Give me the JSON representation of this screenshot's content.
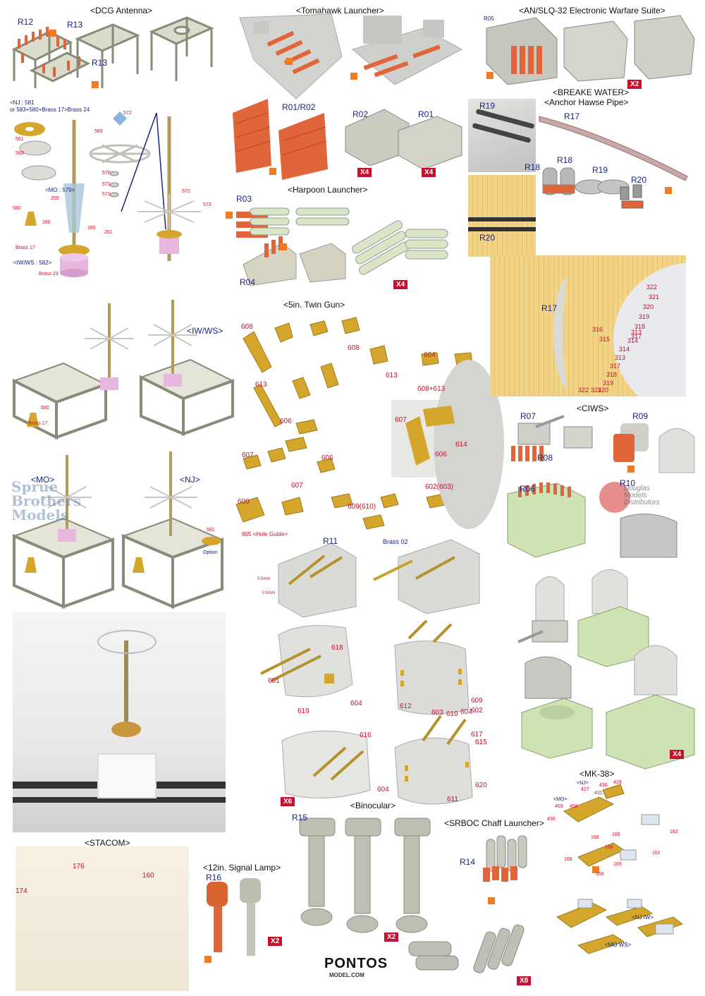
{
  "sections": {
    "dcg_antenna": "<DCG Antenna>",
    "tomahawk": "<Tomahawk Launcher>",
    "slq32": "<AN/SLQ-32 Electronic Warfare Suite>",
    "breakwater": "<BREAKE WATER>",
    "anchor": "<Anchor Hawse Pipe>",
    "harpoon": "<Harpoon Launcher>",
    "twin_gun": "<5in. Twin Gun>",
    "ciws": "<CIWS>",
    "mk38": "<MK-38>",
    "binocular": "<Binocular>",
    "srboc": "<SRBOC Chaff Launcher>",
    "stacom": "<STACOM>",
    "signal_lamp": "<12in. Signal Lamp>"
  },
  "variants": {
    "iw_ws": "<IW/WS>",
    "mo": "<MO>",
    "nj": "<NJ>",
    "nj_iw": "<NJ IW>",
    "mo_ws": "<MO WS>"
  },
  "resin_parts": {
    "r01_r02": "R01/R02",
    "r01": "R01",
    "r02": "R02",
    "r03": "R03",
    "r04": "R04",
    "r05": "R05",
    "r06": "R06",
    "r07": "R07",
    "r08": "R08",
    "r09": "R09",
    "r10": "R10",
    "r11": "R11",
    "r12": "R12",
    "r13": "R13",
    "r14": "R14",
    "r15": "R15",
    "r16": "R16",
    "r17": "R17",
    "r18": "R18",
    "r19": "R19",
    "r20": "R20"
  },
  "multipliers": {
    "x2": "X2",
    "x4": "X4",
    "x6": "X6",
    "x8": "X8"
  },
  "antenna_notes": {
    "nj": "<NJ : 581",
    "or": "or 583+580+Brass 17>Brass 24",
    "mo": "<MO : 579>",
    "iwws": "<IW/WS : 582>",
    "brass17": "Brass 17",
    "brass23": "Brass 23",
    "option": "Option",
    "p572": "572",
    "p569": "569",
    "p570": "570",
    "p571a": "571",
    "p571b": "571",
    "p572b": "572",
    "p573": "573",
    "p561": "561",
    "p583": "583",
    "p259": "259",
    "p580": "580",
    "p260a": "260",
    "p260b": "260",
    "p261": "261",
    "p580b": "580",
    "brass17b": "Brass 17",
    "p581": "581"
  },
  "gun_parts": {
    "p608": "608",
    "p613": "613",
    "p608b": "608",
    "p613b": "613",
    "p604": "604",
    "p606": "606",
    "p607": "607",
    "p606b": "606",
    "p607b": "607",
    "p608_613": "608+613",
    "p607c": "607",
    "p614": "614",
    "p606c": "606",
    "p600": "600",
    "p609_610": "609(610)",
    "p602_603": "602(603)",
    "hole_guide": "605 <Hole Guide>",
    "brass02": "Brass 02",
    "d05a": "0.5mm",
    "d05b": "0.5mm",
    "p618": "618",
    "p601": "601",
    "p619": "619",
    "p604b": "604",
    "p612": "612",
    "p603": "603",
    "p610": "610",
    "p604c": "604",
    "p602": "602",
    "p609": "609",
    "p616": "616",
    "p617": "617",
    "p615": "615",
    "p604d": "604",
    "p611": "611",
    "p620": "620"
  },
  "breakwater_parts": [
    "322",
    "321",
    "320",
    "319",
    "318",
    "317",
    "316",
    "315",
    "313",
    "314",
    "314",
    "313",
    "317",
    "318",
    "319",
    "320",
    "321",
    "322"
  ],
  "mk38_parts": {
    "nj": "<NJ>",
    "mo": "<MO>",
    "p427": "427",
    "p430": "430",
    "p429": "429",
    "p431": "431",
    "p459": "459",
    "p458": "458",
    "p456": "456",
    "p165": "165",
    "p162a": "162",
    "p162b": "162",
    "p168a": "168",
    "p168b": "168",
    "p168c": "168",
    "p168d": "168",
    "p169": "169"
  },
  "stacom_parts": {
    "p176": "176",
    "p160": "160",
    "p174": "174"
  },
  "brand": {
    "name": "PONTOS",
    "url": "MODEL.COM"
  },
  "watermark": {
    "line1": "Sprue",
    "line2": "Brothers",
    "line3": "Models",
    "dist1": "Douglas",
    "dist2": "Models",
    "dist3": "Distributors"
  },
  "colors": {
    "resin": "#d8d8d0",
    "orange": "#e0653a",
    "brass": "#d4a72c",
    "red": "#c8102e",
    "navy": "#1a237e",
    "green": "#cfe3b4",
    "pink": "#e7b7df"
  }
}
